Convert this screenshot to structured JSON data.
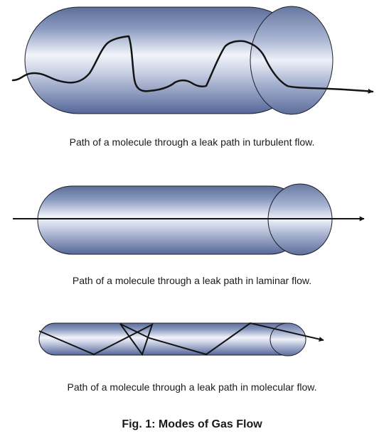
{
  "panels": [
    {
      "flow_type": "turbulent",
      "caption": "Path of a molecule through a leak path in turbulent flow."
    },
    {
      "flow_type": "laminar",
      "caption": "Path of a molecule through a leak path in laminar flow."
    },
    {
      "flow_type": "molecular",
      "caption": "Path of a molecule through a leak path in molecular flow."
    }
  ],
  "figure_title": "Fig. 1: Modes of Gas Flow",
  "colors": {
    "tube_dark": "#5c6e99",
    "tube_light": "#f2f4fa",
    "outline": "#1c1f2b",
    "path": "#141414"
  }
}
